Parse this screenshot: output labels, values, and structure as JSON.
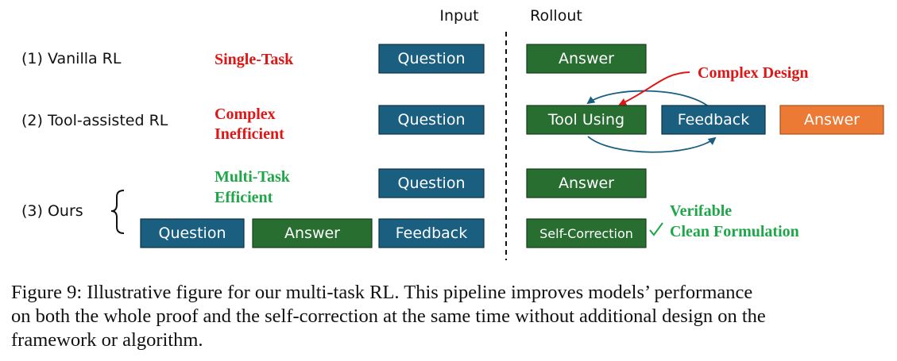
{
  "columns": {
    "input": "Input",
    "rollout": "Rollout"
  },
  "rows": [
    {
      "label": "(1) Vanilla RL"
    },
    {
      "label": "(2) Tool-assisted RL"
    },
    {
      "label": "(3) Ours"
    }
  ],
  "tags": {
    "single_task": "Single-Task",
    "complex": "Complex",
    "inefficient": "Inefficient",
    "multi_task": "Multi-Task",
    "efficient": "Efficient",
    "complex_design": "Complex Design",
    "verifiable": "Verifable",
    "clean_formulation": "Clean Formulation"
  },
  "boxes": {
    "question": "Question",
    "answer": "Answer",
    "feedback": "Feedback",
    "tool_using": "Tool Using",
    "self_correction": "Self-Correction"
  },
  "colors": {
    "blue": "#1a5f80",
    "green": "#276e30",
    "orange": "#ec7a35",
    "red": "#e01515",
    "tag_green": "#1ea649"
  },
  "caption": {
    "line1": "Figure 9: Illustrative figure for our multi-task RL. This pipeline improves models’ performance",
    "line2": "on both the whole proof and the self-correction at the same time without additional design on the",
    "line3": "framework or algorithm."
  }
}
